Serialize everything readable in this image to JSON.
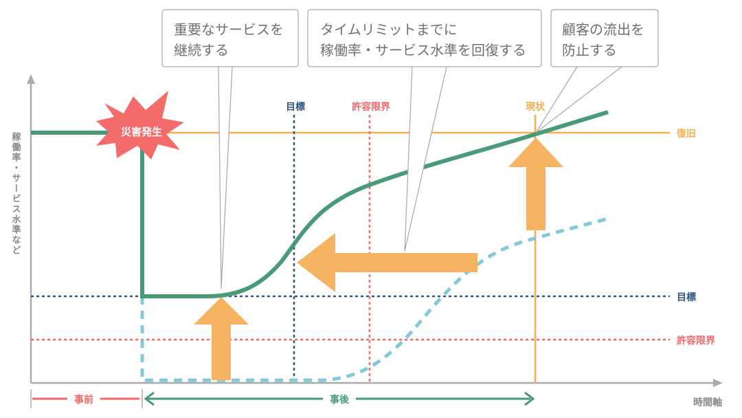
{
  "y_axis_label": "稼働率・サービス水準など",
  "x_axis_label": "時間軸",
  "callouts": [
    {
      "line1": "重要なサービスを",
      "line2": "継続する"
    },
    {
      "line1": "タイムリミットまでに",
      "line2": "稼働率・サービス水準を回復する"
    },
    {
      "line1": "顧客の流出を",
      "line2": "防止する"
    }
  ],
  "disaster_label": "災害発生",
  "vertical_labels": {
    "target": "目標",
    "tolerance": "許容限界",
    "current": "現状"
  },
  "horizontal_labels": {
    "recovery": "復旧",
    "target": "目標",
    "tolerance": "許容限界"
  },
  "phases": {
    "before": "事前",
    "after": "事後"
  },
  "colors": {
    "green": "#4a9a7a",
    "orange": "#f6b462",
    "orange_line": "#f5ae52",
    "navy": "#2f5281",
    "red": "#f06a6a",
    "light_blue": "#86c9d6",
    "burst": "#f36b6b",
    "axis": "#aaaaaa"
  }
}
